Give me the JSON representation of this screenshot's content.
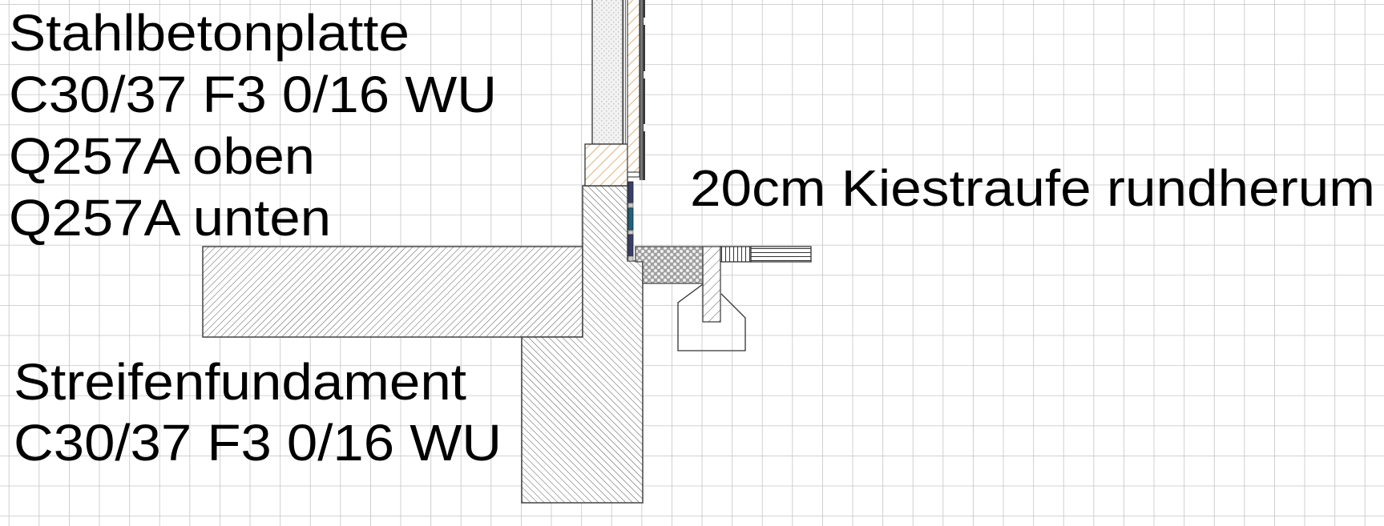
{
  "labels": {
    "slab": [
      "Stahlbetonplatte",
      "C30/37 F3 0/16 WU",
      "Q257A oben",
      "Q257A unten"
    ],
    "footing": [
      "Streifenfundament",
      "C30/37 F3 0/16 WU"
    ],
    "gravel": "20cm Kiestraufe rundherum"
  },
  "colors": {
    "grid": "#c4c4c4",
    "hatch": "#555555",
    "insulation_orange": "#d08a3a",
    "seal_navy": "#383e6e",
    "seal_teal": "#1b6383",
    "gravel": "#9a9a9a"
  }
}
